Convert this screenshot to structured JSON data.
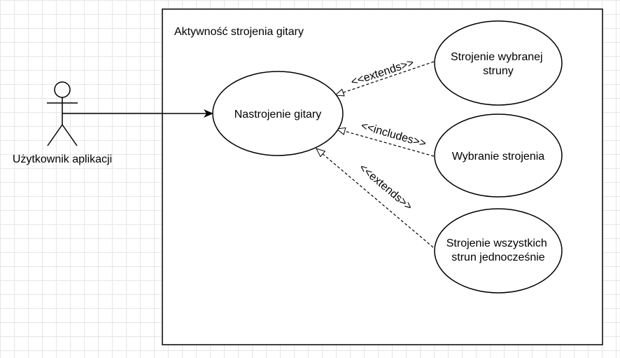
{
  "diagram": {
    "system_title": "Aktywność strojenia gitary",
    "actor": {
      "label": "Użytkownik aplikacji",
      "icon": "stick-figure-icon"
    },
    "use_cases": {
      "main": "Nastrojenie gitary",
      "selected_string": [
        "Strojenie wybranej",
        "struny"
      ],
      "choose_tuning": "Wybranie strojenia",
      "all_strings": [
        "Strojenie wszystkich",
        "strun jednocześnie"
      ]
    },
    "relations": {
      "extends_top": "<<extends>>",
      "includes": "<<includes>>",
      "extends_bottom": "<<extends>>"
    },
    "colors": {
      "line": "#000000",
      "fill": "#ffffff",
      "grid": "#e6e6e6"
    }
  }
}
